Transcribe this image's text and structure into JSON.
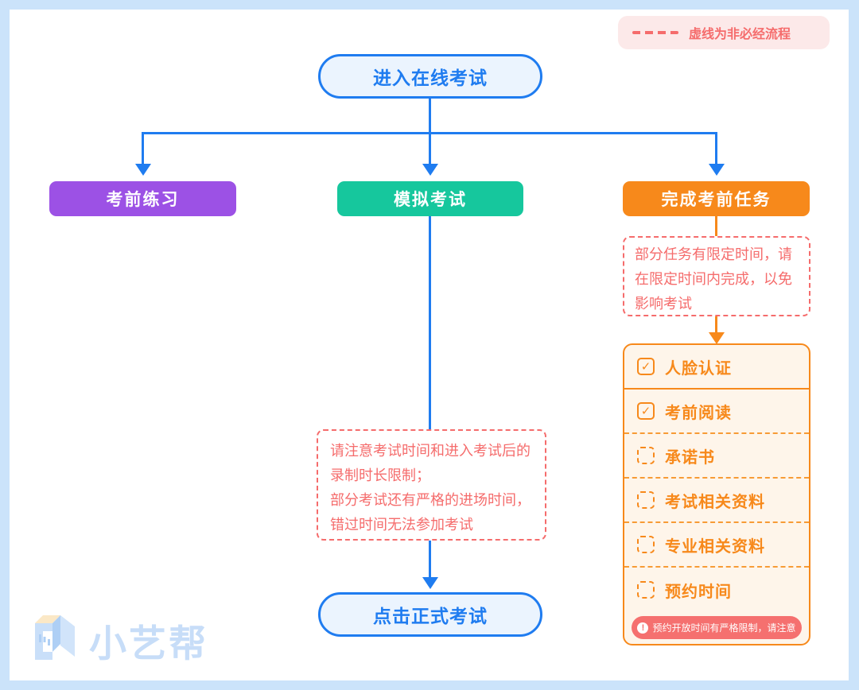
{
  "legend": {
    "label": "虚线为非必经流程"
  },
  "flow": {
    "start_label": "进入在线考试",
    "branches": [
      {
        "label": "考前练习",
        "color": "#9c51e5"
      },
      {
        "label": "模拟考试",
        "color": "#16c79d"
      },
      {
        "label": "完成考前任务",
        "color": "#f7891b"
      }
    ],
    "task_note": "部分任务有限定时间，请\n在限定时间内完成，以免\n影响考试",
    "exam_note": "请注意考试时间和进入考试后的\n录制时长限制；\n部分考试还有严格的进场时间，\n错过时间无法参加考试",
    "tasks": [
      {
        "label": "人脸认证",
        "checked": true
      },
      {
        "label": "考前阅读",
        "checked": true
      },
      {
        "label": "承诺书",
        "checked": false
      },
      {
        "label": "考试相关资料",
        "checked": false
      },
      {
        "label": "专业相关资料",
        "checked": false
      },
      {
        "label": "预约时间",
        "checked": false
      }
    ],
    "task_badge": "预约开放时间有严格限制，请注意",
    "end_label": "点击正式考试"
  },
  "icons": {
    "check": "✓",
    "warning": "!"
  },
  "watermark": {
    "brand": "小艺帮"
  },
  "colors": {
    "accent_blue": "#1f7cf0",
    "purple": "#9c51e5",
    "teal": "#16c79d",
    "orange": "#f7891b",
    "alert_red": "#f56c6c",
    "badge_pink": "#f5706f",
    "list_bg": "#fef5ea",
    "frame_blue": "#cbe3fa"
  }
}
